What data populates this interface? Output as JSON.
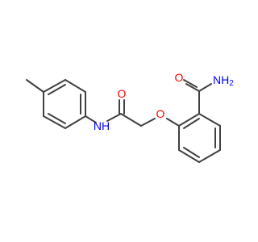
{
  "molecule": {
    "atoms": {
      "amide_o": {
        "text": "O",
        "color": "#ff0000"
      },
      "amide_n": {
        "text": "NH",
        "color": "#0000ff"
      },
      "ether_o": {
        "text": "O",
        "color": "#ff0000"
      },
      "carboxamide_o": {
        "text": "O",
        "color": "#ff0000"
      },
      "carboxamide_n": {
        "text": "NH",
        "subscript": "2",
        "color": "#0000ff"
      }
    },
    "bond_color": "#404040"
  }
}
